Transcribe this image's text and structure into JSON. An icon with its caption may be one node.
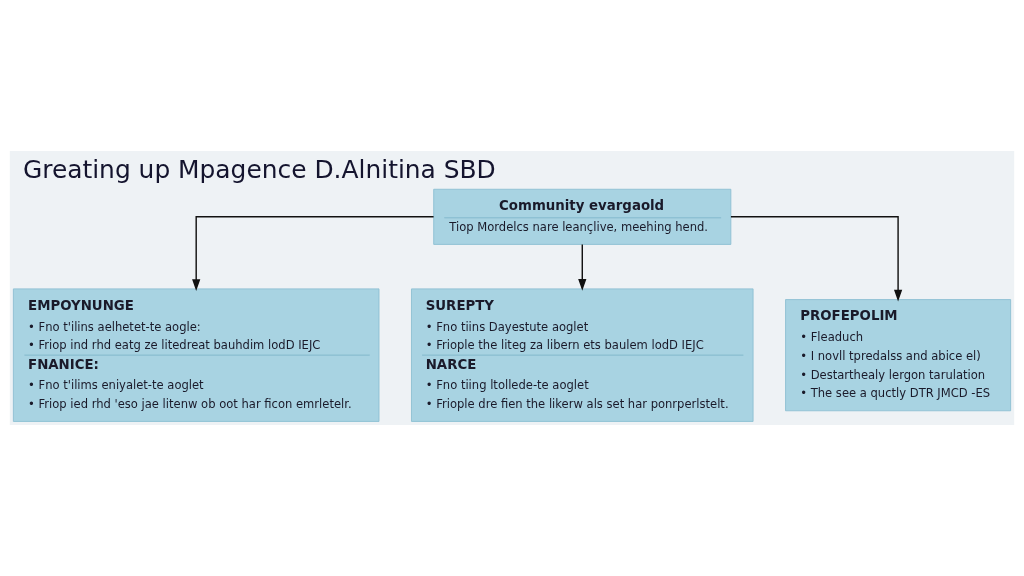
{
  "diagram": {
    "title": "Greating up Mpagence D.Alnitina SBD",
    "nodes": [
      {
        "text": [
          "Community evargaold",
          "Tiop Mordelcs nare leançlive, meehing hend."
        ]
      },
      {
        "text": [
          "EMPOYNUNGE",
          "• Fno t'ilins aelhetet-te aogle:",
          "• Friop ind rhd eatg ze litedreat bauhdim lodD IEJC",
          "FNANICE:",
          "• Fno t'ilims eniyalet-te aoglet",
          "• Friop ied rhd 'eso jae litenw ob oot har ficon emrletelr."
        ]
      },
      {
        "text": [
          "SUREPTY",
          "• Fno tiins Dayestute aoglet",
          "• Friople the liteg za libern ets baulem lodD IEJC",
          "NARCE",
          "• Fno tiing ltollede-te aoglet",
          "• Friople dre fien the likerw als set har ponrperlstelt."
        ]
      },
      {
        "text": [
          "PROFEPOLIM",
          "• Fleaduch",
          "• I novll tpredalss and abice el)",
          "• Destarthealy lergon tarulation",
          "• The see a quctly DTR JMCD -ES"
        ]
      }
    ],
    "edges": [
      {
        "from": 0,
        "to": 1,
        "arrow": "to"
      },
      {
        "from": 0,
        "to": 2,
        "arrow": "to"
      },
      {
        "from": 0,
        "to": 3,
        "arrow": "to"
      }
    ]
  }
}
